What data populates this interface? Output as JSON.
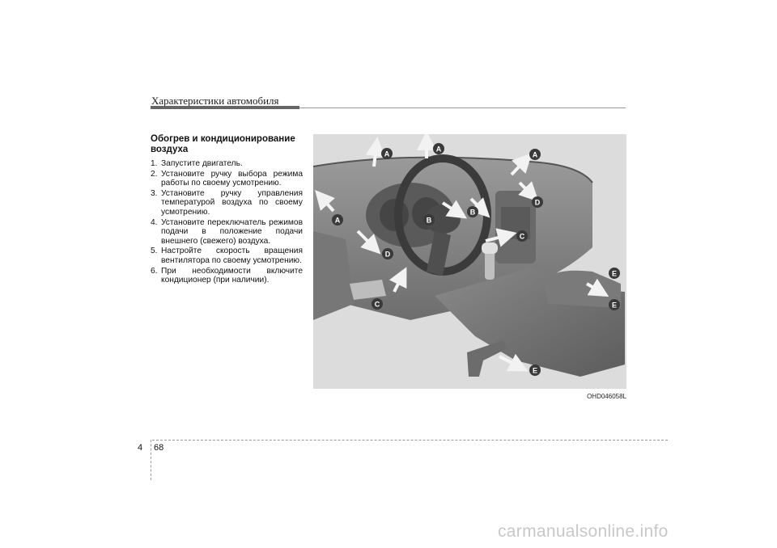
{
  "header": {
    "title": "Характеристики автомобиля"
  },
  "section": {
    "heading": "Обогрев и кондиционирование воздуха",
    "steps": [
      {
        "num": "1.",
        "text": "Запустите двигатель."
      },
      {
        "num": "2.",
        "text": "Установите ручку выбора режима работы по своему усмотрению."
      },
      {
        "num": "3.",
        "text": "Установите ручку управления температурой воздуха по своему усмотрению."
      },
      {
        "num": "4.",
        "text": "Установите переключатель режимов подачи в положение подачи внешнего (свежего) воздуха."
      },
      {
        "num": "5.",
        "text": "Настройте скорость вращения вентилятора по своему усмотрению."
      },
      {
        "num": "6.",
        "text": "При необходимости включите кондиционер (при наличии)."
      }
    ]
  },
  "figure": {
    "code": "OHD046058L",
    "labels": [
      "A",
      "A",
      "A",
      "A",
      "B",
      "B",
      "C",
      "C",
      "D",
      "D",
      "E",
      "E",
      "E"
    ]
  },
  "footer": {
    "chapter": "4",
    "page": "68"
  },
  "watermark": "carmanualsonline.info",
  "colors": {
    "label_fill": "#3a3a3a",
    "illustration_bg": "#dcdcdc",
    "header_bar": "#666666"
  }
}
